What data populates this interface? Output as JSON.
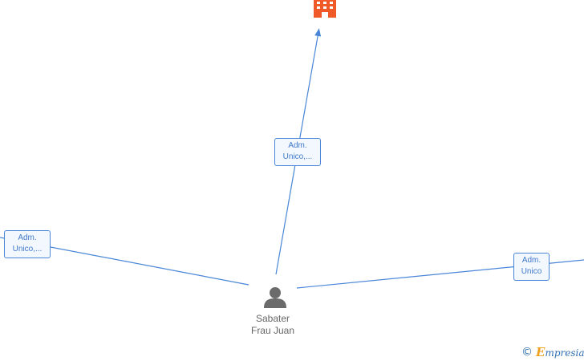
{
  "colors": {
    "edge": "#4a86d8",
    "company_icon": "#f05a28",
    "person_icon": "#6b6b6b",
    "label_text": "#3f79c9",
    "brand": "#2f6fb3",
    "brand_accent": "#f0a020"
  },
  "nodes": {
    "company": {
      "icon": "building-icon"
    },
    "person": {
      "icon": "person-icon",
      "name_line1": "Sabater",
      "name_line2": "Frau Juan"
    }
  },
  "edges": {
    "top": {
      "line1": "Adm.",
      "line2": "Unico,..."
    },
    "left": {
      "line1": "Adm.",
      "line2": "Unico,..."
    },
    "right": {
      "line1": "Adm.",
      "line2": "Unico"
    }
  },
  "watermark": {
    "symbol": "©",
    "brand_initial": "E",
    "brand_rest": "mpresia"
  }
}
